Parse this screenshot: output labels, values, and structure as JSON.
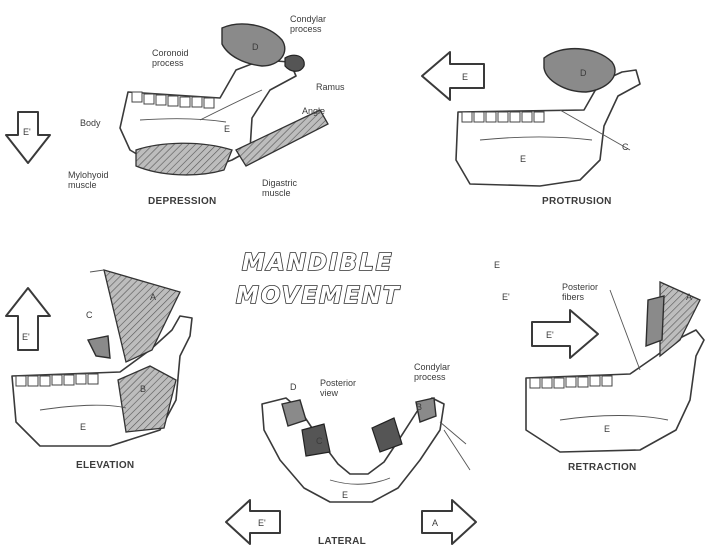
{
  "title": {
    "line1": "MANDIBLE",
    "line2": "MOVEMENT",
    "mark1": "E",
    "mark2": "E'"
  },
  "panels": {
    "depression": {
      "caption": "DEPRESSION",
      "labels": {
        "condylar_process": "Condylar\nprocess",
        "coronoid_process": "Coronoid\nprocess",
        "ramus": "Ramus",
        "angle": "Angle",
        "body": "Body",
        "mylohyoid": "Mylohyoid\nmuscle",
        "digastric": "Digastric\nmuscle",
        "d": "D",
        "e": "E",
        "arrow": "E'"
      }
    },
    "protrusion": {
      "caption": "PROTRUSION",
      "labels": {
        "d": "D",
        "e": "E",
        "c": "C",
        "arrow": "E"
      }
    },
    "elevation": {
      "caption": "ELEVATION",
      "labels": {
        "a": "A",
        "b": "B",
        "c": "C",
        "e": "E",
        "arrow": "E'"
      }
    },
    "lateral": {
      "caption": "LATERAL",
      "labels": {
        "d": "D",
        "posterior_view": "Posterior\nview",
        "condylar_process": "Condylar\nprocess",
        "c": "C",
        "b": "B",
        "e": "E",
        "arrow_left": "E'",
        "arrow_right": "A"
      }
    },
    "retraction": {
      "caption": "RETRACTION",
      "labels": {
        "posterior_fibers": "Posterior\nfibers",
        "a": "A",
        "e": "E",
        "arrow": "E'"
      }
    }
  }
}
